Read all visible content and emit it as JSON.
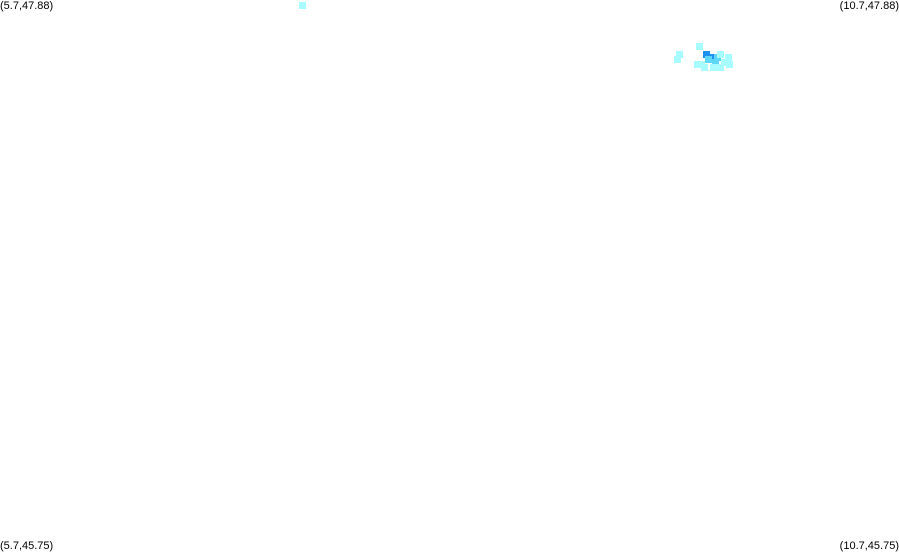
{
  "map": {
    "corners": {
      "top_left": "(5.7,47.88)",
      "top_right": "(10.7,47.88)",
      "bottom_left": "(5.7,45.75)",
      "bottom_right": "(10.7,45.75)"
    },
    "bounds": {
      "lon_min": 5.7,
      "lon_max": 10.7,
      "lat_min": 45.75,
      "lat_max": 47.88
    },
    "colors": {
      "background": "#ffffff",
      "low": "#a8fbff",
      "medium": "#5ed6f7",
      "high": "#1f8ff0"
    },
    "cells": [
      {
        "lon": 7.38,
        "lat": 47.86,
        "level": "low"
      },
      {
        "lon": 9.48,
        "lat": 47.67,
        "level": "low"
      },
      {
        "lon": 9.47,
        "lat": 47.65,
        "level": "low"
      },
      {
        "lon": 9.59,
        "lat": 47.7,
        "level": "low"
      },
      {
        "lon": 9.63,
        "lat": 47.67,
        "level": "high"
      },
      {
        "lon": 9.66,
        "lat": 47.66,
        "level": "high"
      },
      {
        "lon": 9.64,
        "lat": 47.65,
        "level": "medium"
      },
      {
        "lon": 9.69,
        "lat": 47.66,
        "level": "medium"
      },
      {
        "lon": 9.6,
        "lat": 47.63,
        "level": "low"
      },
      {
        "lon": 9.58,
        "lat": 47.63,
        "level": "low"
      },
      {
        "lon": 9.62,
        "lat": 47.62,
        "level": "low"
      },
      {
        "lon": 9.68,
        "lat": 47.64,
        "level": "medium"
      },
      {
        "lon": 9.71,
        "lat": 47.67,
        "level": "low"
      },
      {
        "lon": 9.75,
        "lat": 47.66,
        "level": "low"
      },
      {
        "lon": 9.76,
        "lat": 47.63,
        "level": "low"
      },
      {
        "lon": 9.73,
        "lat": 47.64,
        "level": "low"
      },
      {
        "lon": 9.67,
        "lat": 47.62,
        "level": "low"
      },
      {
        "lon": 9.71,
        "lat": 47.62,
        "level": "low"
      }
    ]
  }
}
